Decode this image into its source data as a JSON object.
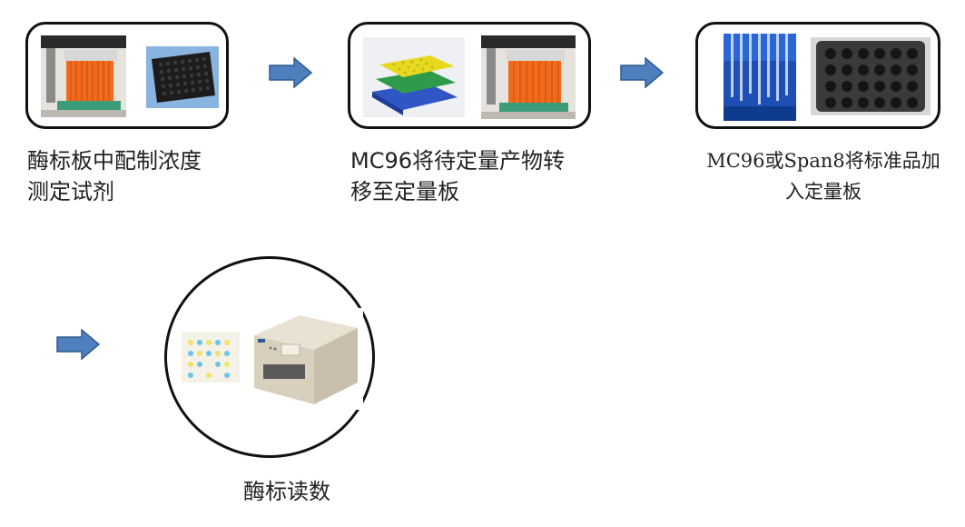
{
  "steps": [
    {
      "caption_lines": [
        "酶标板中配制浓度",
        "测定试剂"
      ]
    },
    {
      "caption_lines": [
        "MC96将待定量产物转",
        "移至定量板"
      ]
    },
    {
      "caption_lines": [
        "MC96或Span8将标准品加",
        "入定量板"
      ]
    },
    {
      "caption_lines": [
        "酶标读数"
      ]
    }
  ],
  "icons": {
    "arrow": "right-arrow-icon"
  },
  "colors": {
    "arrow_fill": "#4f7fbf",
    "arrow_stroke": "#2e5a8f",
    "frame": "#111111",
    "tips_orange": "#f26a1b"
  }
}
